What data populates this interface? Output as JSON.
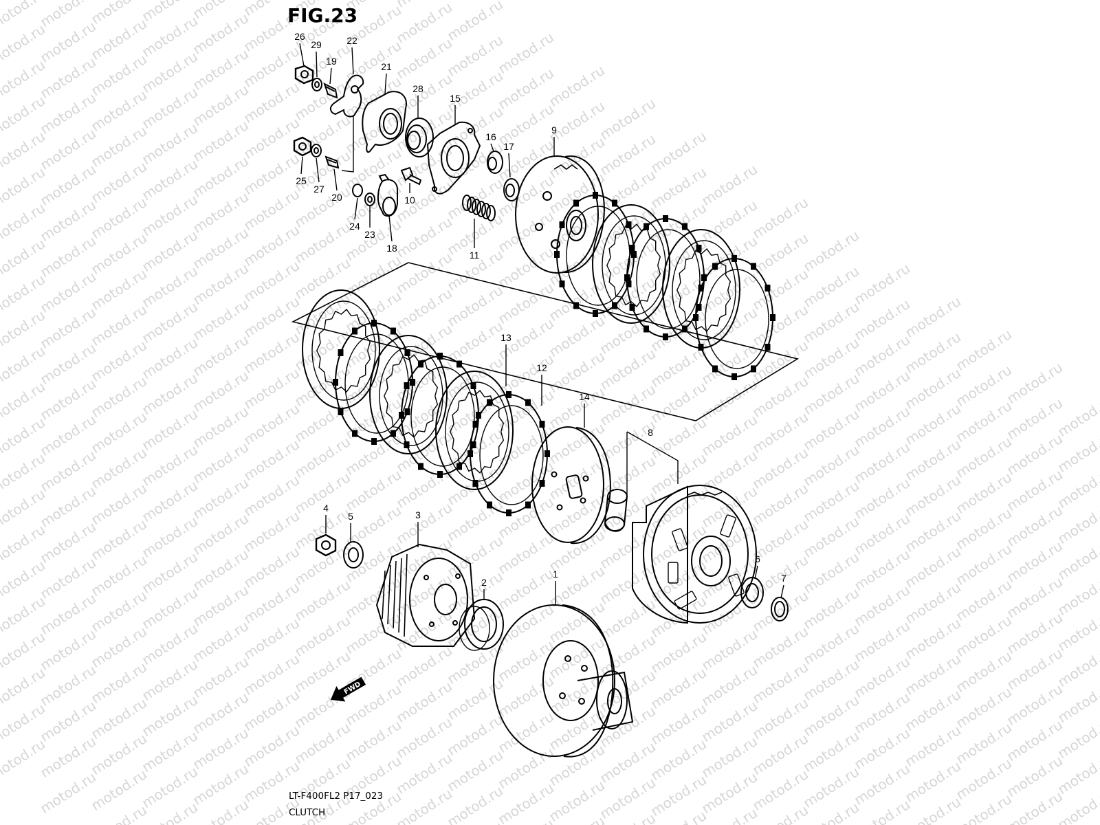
{
  "figure": {
    "title": "FIG.23",
    "model_code": "LT-F400FL2 P17_023",
    "section_name": "CLUTCH",
    "direction_marker": "FWD",
    "watermark_text": "motod.ru"
  },
  "part_numbers": [
    "26",
    "29",
    "19",
    "22",
    "21",
    "28",
    "15",
    "16",
    "17",
    "9",
    "25",
    "27",
    "20",
    "24",
    "23",
    "18",
    "10",
    "11",
    "13",
    "12",
    "14",
    "8",
    "4",
    "5",
    "3",
    "2",
    "1",
    "6",
    "7"
  ]
}
